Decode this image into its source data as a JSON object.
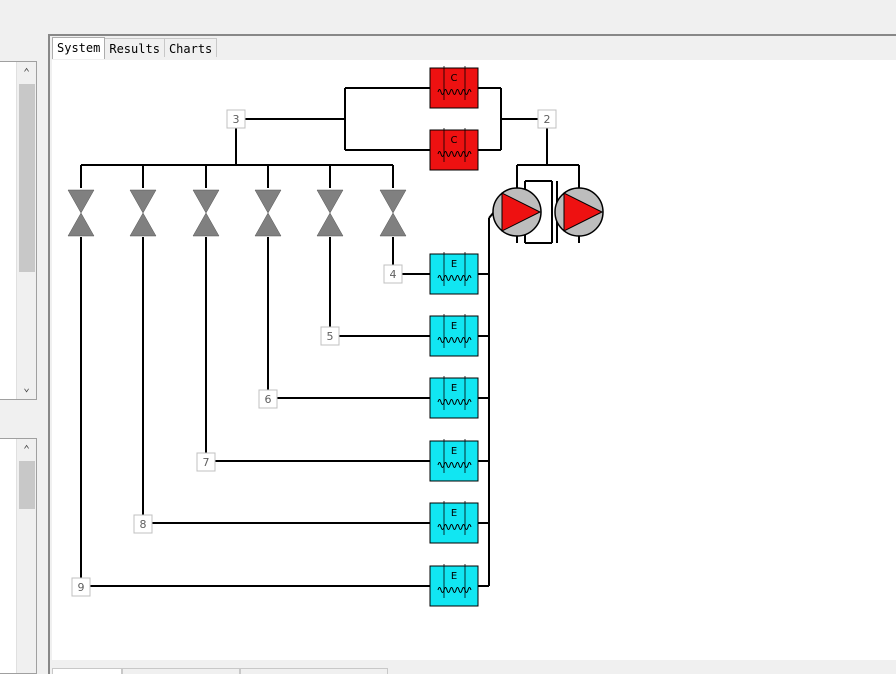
{
  "tabs": [
    "System",
    "Results",
    "Charts"
  ],
  "active_tab": "System",
  "node_labels": {
    "n2": "2",
    "n3": "3",
    "n4": "4",
    "n5": "5",
    "n6": "6",
    "n7": "7",
    "n8": "8",
    "n9": "9"
  },
  "chiller_label": "C",
  "evaporator_label": "E",
  "colors": {
    "chiller": "#ee1111",
    "evaporator": "#11e6f2",
    "pump_body": "#bdbdbd",
    "pump_triangle": "#ee1111",
    "valve": "#808080"
  },
  "icons": {
    "scroll_up": "chevron-up-icon",
    "scroll_down": "chevron-down-icon"
  }
}
